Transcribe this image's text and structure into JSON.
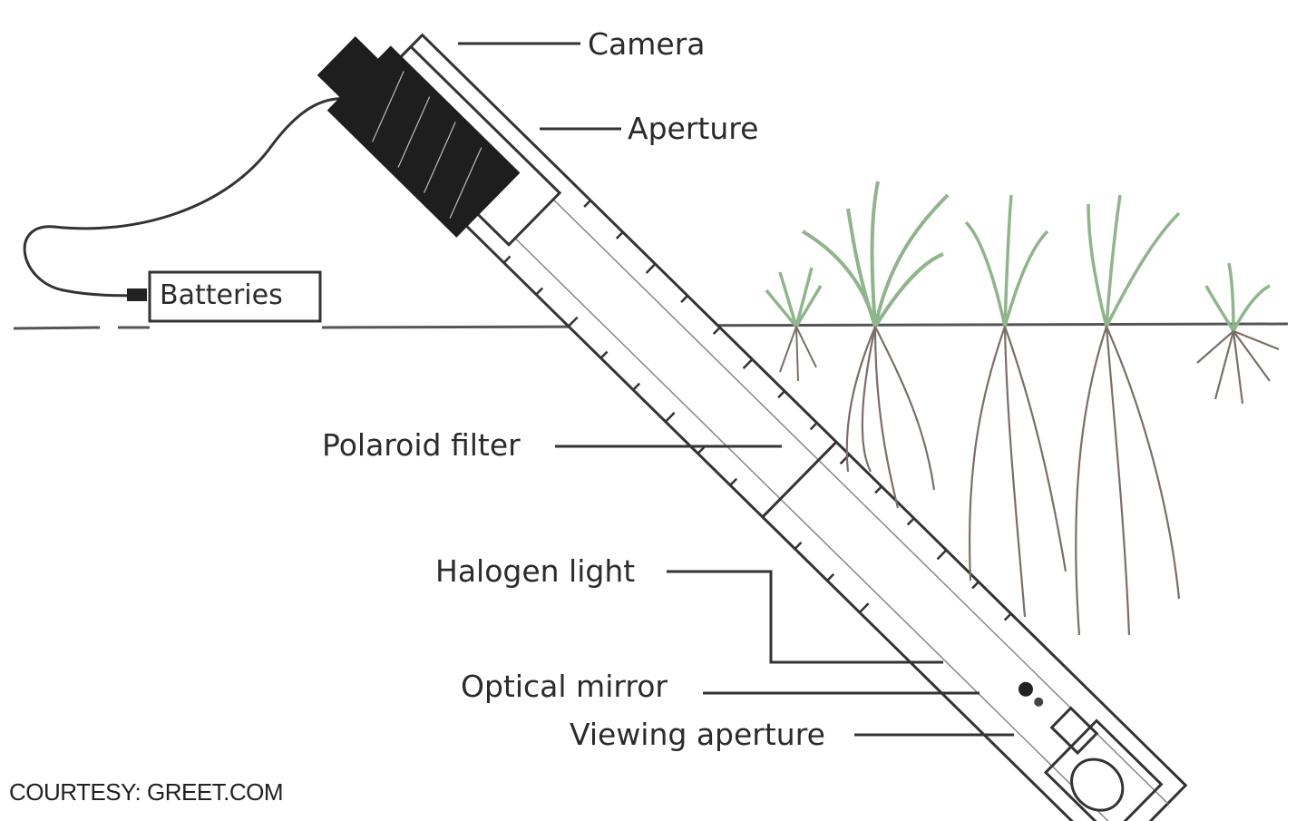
{
  "labels": {
    "camera": "Camera",
    "aperture": "Aperture",
    "batteries": "Batteries",
    "polaroid_filter": "Polaroid filter",
    "halogen_light": "Halogen light",
    "optical_mirror": "Optical mirror",
    "viewing_aperture": "Viewing aperture"
  },
  "credit": "COURTESY: GREET.COM",
  "colors": {
    "line": "#3a3a3a",
    "plant_leaf": "#8fb58a",
    "root": "#7a6f66",
    "camera_body": "#1e1e1e"
  }
}
